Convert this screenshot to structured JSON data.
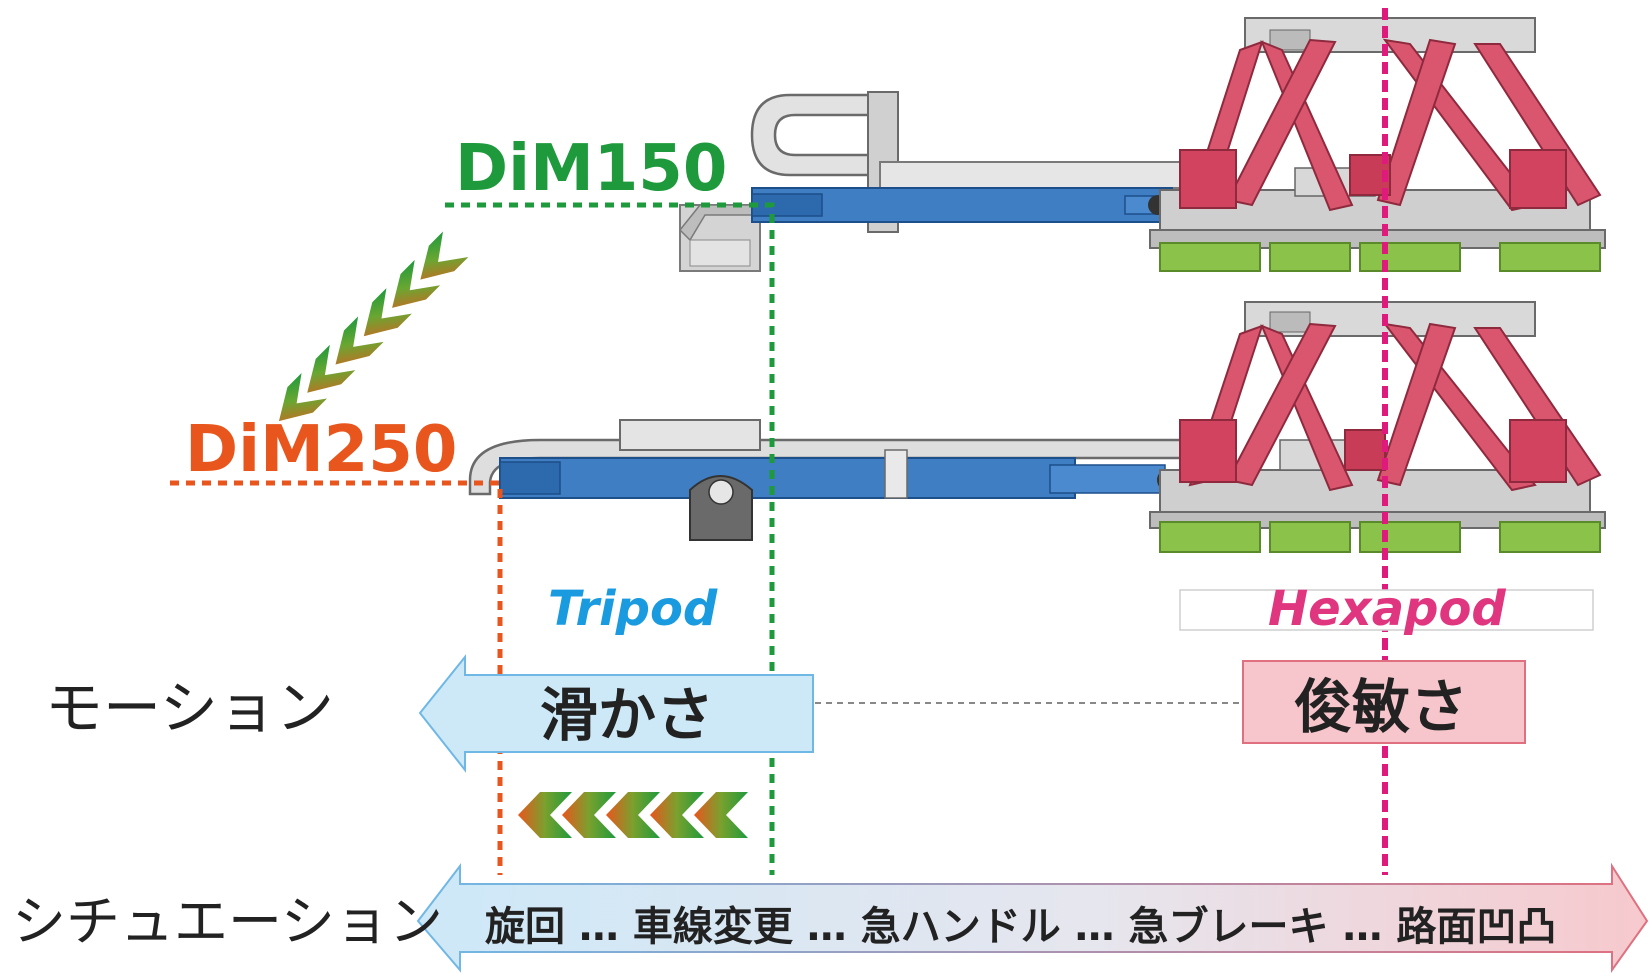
{
  "labels": {
    "dim150": "DiM150",
    "dim250": "DiM250",
    "tripod": "Tripod",
    "hexapod": "Hexapod",
    "motion_row": "モーション",
    "situation_row": "シチュエーション",
    "smoothness": "滑かさ",
    "agility": "俊敏さ",
    "situations": "旋回 … 車線変更 … 急ハンドル … 急ブレーキ … 路面凹凸"
  },
  "colors": {
    "dim150": "#1e9a3c",
    "dim250": "#e8561d",
    "tripod": "#1a9be0",
    "hexapod": "#e0357f",
    "hexapod_line": "#e0197d",
    "smooth_fill": "#cde9f8",
    "smooth_stroke": "#6fb8e6",
    "agile_fill": "#f7c6cc",
    "agile_stroke": "#e0707f",
    "actuator_blue": "#3f7ec2",
    "hexapod_leg": "#d9566e",
    "base_green": "#8bc34a",
    "frame_gray": "#bfbfbf"
  }
}
